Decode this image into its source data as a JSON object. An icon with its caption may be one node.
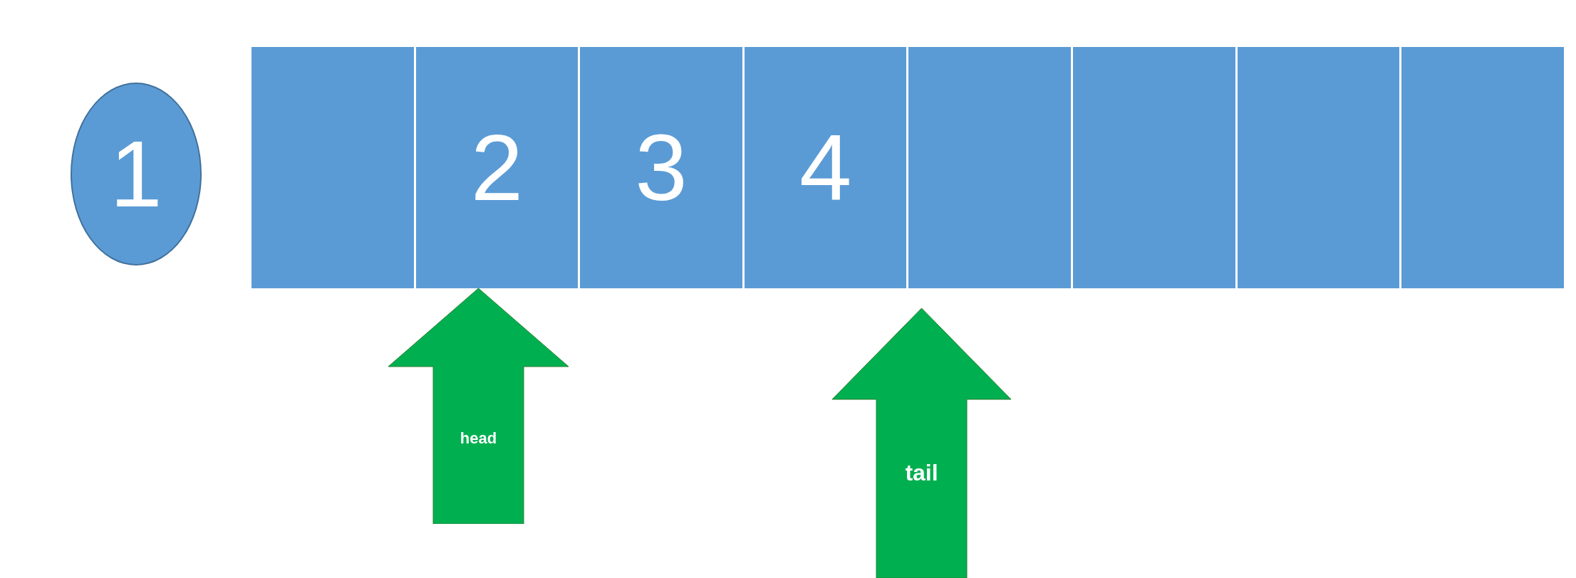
{
  "diagram": {
    "nodes": [
      {
        "text": [
          "1"
        ]
      },
      {
        "text": [],
        "shape": "box"
      },
      {
        "text": [
          "2"
        ]
      },
      {
        "text": [
          "3"
        ]
      },
      {
        "text": [
          "4"
        ]
      },
      {
        "text": [],
        "shape": "box"
      },
      {
        "text": [],
        "shape": "box"
      },
      {
        "text": [],
        "shape": "box"
      },
      {
        "text": [],
        "shape": "box"
      },
      {
        "text": [
          "head"
        ]
      },
      {
        "text": [
          "tail"
        ]
      }
    ]
  }
}
